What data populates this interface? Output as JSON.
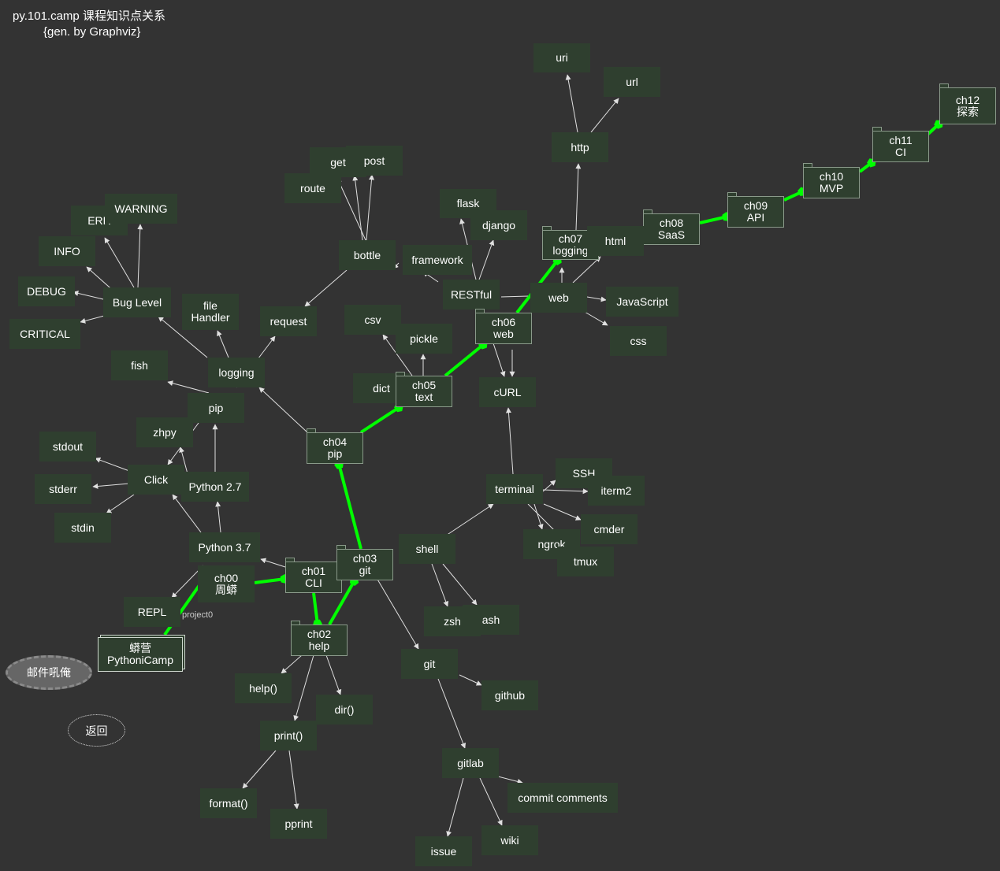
{
  "header": {
    "title": "py.101.camp 课程知识点关系",
    "subtitle": "{gen. by Graphviz}"
  },
  "colors": {
    "background": "#333333",
    "node_fill": "#2f3f2f",
    "edge": "#e0e0e0",
    "main_path": "#00ff00"
  },
  "buttons": {
    "mail": "邮件吼俺",
    "back": "返回"
  },
  "edge_labels": {
    "project0": "project0"
  },
  "nodes": {
    "uri": "uri",
    "url": "url",
    "http": "http",
    "ch12": "ch12\n探索",
    "ch11": "ch11\nCI",
    "ch10": "ch10\nMVP",
    "ch09": "ch09\nAPI",
    "ch08": "ch08\nSaaS",
    "ch07": "ch07\nlogging",
    "html": "html",
    "flask": "flask",
    "django": "django",
    "get": "get",
    "post": "post",
    "route": "route",
    "bottle": "bottle",
    "framework": "framework",
    "restful": "RESTful",
    "web": "web",
    "javascript": "JavaScript",
    "css": "css",
    "ch06": "ch06\nweb",
    "error": "ERR",
    "warning": "WARNING",
    "info": "INFO",
    "debug": "DEBUG",
    "buglevel": "Bug Level",
    "critical": "CRITICAL",
    "filehandler": "file\nHandler",
    "request": "request",
    "csv": "csv",
    "pickle": "pickle",
    "fish": "fish",
    "logging": "logging",
    "dict": "dict",
    "ch05": "ch05\ntext",
    "curl": "cURL",
    "pip": "pip",
    "zhpy": "zhpy",
    "ch04": "ch04\npip",
    "stdout": "stdout",
    "click": "Click",
    "python27": "Python 2.7",
    "stderr": "stderr",
    "stdin": "stdin",
    "ssh": "SSH",
    "terminal": "terminal",
    "iterm2": "iterm2",
    "cmder": "cmder",
    "ngrok": "ngrok",
    "tmux": "tmux",
    "python37": "Python 3.7",
    "ch01": "ch01\nCLI",
    "ch03": "ch03\ngit",
    "shell": "shell",
    "ch00": "ch00\n周蟒",
    "repl": "REPL",
    "zsh": "zsh",
    "ash": "ash",
    "pycamp": "蟒营\nPythoniCamp",
    "ch02": "ch02\nhelp",
    "git": "git",
    "github": "github",
    "helpfn": "help()",
    "dirfn": "dir()",
    "printfn": "print()",
    "gitlab": "gitlab",
    "commit": "commit comments",
    "format": "format()",
    "pprint": "pprint",
    "wiki": "wiki",
    "issue": "issue"
  }
}
